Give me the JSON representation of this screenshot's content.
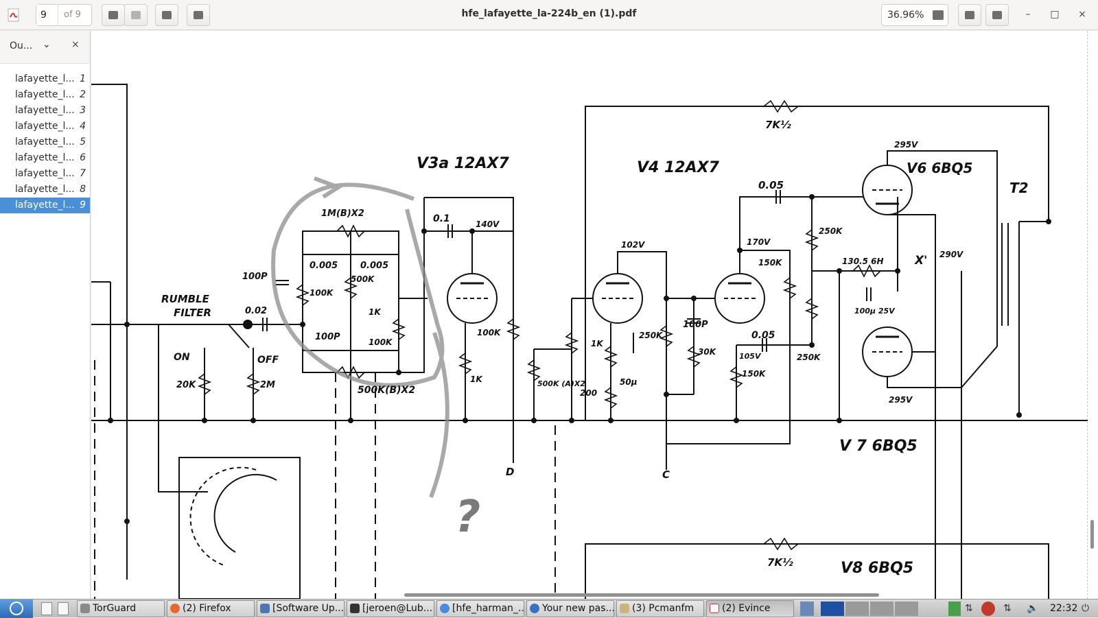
{
  "window": {
    "title": "hfe_lafayette_la-224b_en (1).pdf",
    "page_current": "9",
    "page_total": "of 9",
    "zoom": "36.96%"
  },
  "sidebar": {
    "mode": "Ou...",
    "items": [
      {
        "label": "lafayette_l...",
        "page": "1"
      },
      {
        "label": "lafayette_l...",
        "page": "2"
      },
      {
        "label": "lafayette_l...",
        "page": "3"
      },
      {
        "label": "lafayette_l...",
        "page": "4"
      },
      {
        "label": "lafayette_l...",
        "page": "5"
      },
      {
        "label": "lafayette_l...",
        "page": "6"
      },
      {
        "label": "lafayette_l...",
        "page": "7"
      },
      {
        "label": "lafayette_l...",
        "page": "8"
      },
      {
        "label": "lafayette_l...",
        "page": "9"
      }
    ],
    "selected_index": 8
  },
  "schematic": {
    "labels": {
      "v3a": "V3a  12AX7",
      "v4": "V4  12AX7",
      "v6": "V6 6BQ5",
      "v7": "V 7 6BQ5",
      "v8": "V8  6BQ5",
      "t2": "T2",
      "rumble1": "RUMBLE",
      "rumble2": "FILTER",
      "on": "ON",
      "off": "OFF",
      "r7k_top": "7K½",
      "r7k_bot": "7K½",
      "c001": "0.02",
      "c100p_a": "100P",
      "c100p_b": "100P",
      "c100p_c": "100P",
      "c0005a": "0.005",
      "c0005b": "0.005",
      "r1m": "1M(B)X2",
      "r500k": "500K(B)X2",
      "r500k_lin": "500K",
      "r100k_a": "100K",
      "r100k_b": "100K",
      "r100k_c": "100K",
      "r1k_a": "1K",
      "r1k_b": "1K",
      "r1k_c": "1K",
      "r20k": "20K",
      "r2m": "2M",
      "c01": "0.1",
      "v140": "140V",
      "v102": "102V",
      "v170": "170V",
      "v295a": "295V",
      "v295b": "295V",
      "v290": "290V",
      "c005a": "0.05",
      "c005b": "0.05",
      "r250k_a": "250K",
      "r250k_b": "250K",
      "r250k_c": "250K",
      "r150k_a": "150K",
      "r150k_b": "150K",
      "r30k": "30K",
      "r130": "130.5 6H",
      "x1": "X'",
      "c100u": "100μ 25V",
      "r200": "200",
      "c50u": "50μ",
      "r500ka": "500K (A)X2",
      "v105": "105V",
      "d": "D",
      "c": "C",
      "qmark": "?"
    }
  },
  "taskbar": {
    "tasks": [
      {
        "label": "TorGuard"
      },
      {
        "label": "(2) Firefox"
      },
      {
        "label": "[Software Up..."
      },
      {
        "label": "[jeroen@Lub..."
      },
      {
        "label": "[hfe_harman_..."
      },
      {
        "label": "Your new pas..."
      },
      {
        "label": "(3) Pcmanfm"
      },
      {
        "label": "(2) Evince"
      }
    ],
    "clock": "22:32"
  },
  "colors": {
    "selection": "#4a90d9",
    "ink": "#111111"
  }
}
